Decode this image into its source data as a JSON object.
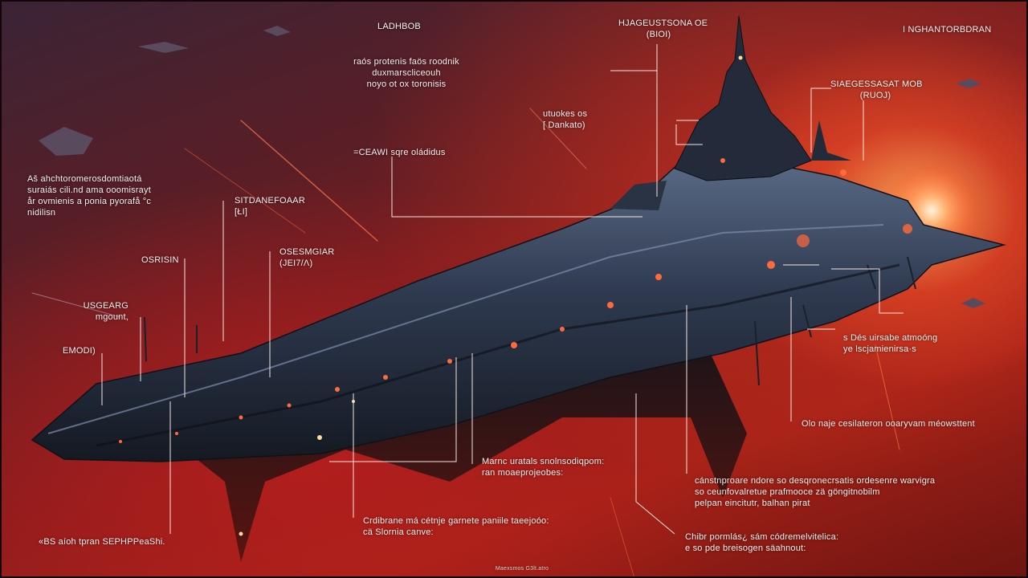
{
  "headers": {
    "left": "LADHBOB",
    "center": [
      "HJAGEUSTSONA OE",
      "(BIOI)"
    ],
    "right": "I NGHANTORBDRAN"
  },
  "callouts": {
    "top_center": [
      "raós protenis faös roodnik",
      "duxmarscliceouh",
      "noyo ot ox toronisis"
    ],
    "upper_mid": [
      "utuokes os",
      "[ Dankato)"
    ],
    "ceawi": "=CEAWI sqre oládidus",
    "right_upper": [
      "SIAEGESSASAT MOB",
      "(RUOJ)"
    ],
    "left_paragraph": [
      "Aš ahchtoromerosdomtiaotá",
      "suraiás cili.nd ama ooomisrayt",
      "år ovmienis a ponia pyorafå °c",
      "nidilisn"
    ],
    "sitdane": [
      "SITDANEFOAAR",
      "[ŁI]"
    ],
    "osrisin": "OSRISIN",
    "osesmgiar": [
      "OSESMGIAR",
      "(JEI7/Λ)"
    ],
    "usgearg": [
      "USGEARG",
      "mgount,"
    ],
    "emodi": "EMODI)",
    "right_mid": [
      "s Dés uirsabe atmoóng",
      "ye lscjamienirsa·s"
    ],
    "right_low": "Olo naje cesilateron ooaryvam méowsttent",
    "marc": [
      "Marnc uratals snolnsodiqpom:",
      "ran moaeprojeobes:"
    ],
    "bottom_right_mid": [
      "cánstnproare ndore so desqronecrsatis ordesenre warvigra",
      "so ceunfovalretue prafmooce zä göngitnobilm",
      "pelpan eincitutr, balhan pirat"
    ],
    "bottom_center": [
      "Crdibrane má cétnje garnete paniile taeejoóo:",
      "cä Slornia canve:"
    ],
    "bottom_right": [
      "Chibr pormlás¿ sám códremelvitelica:",
      "e so pde breisogen säahnout:"
    ],
    "bottom_left": "«BS aíoh tpran SEPHPPeaShi.",
    "footer": "Maexsmos G3lt.atro"
  },
  "colors": {
    "line": "#f2e6e0",
    "hull_dark": "#1e2636",
    "hull_light": "#4a5a72",
    "glow": "#ff6a3a"
  }
}
